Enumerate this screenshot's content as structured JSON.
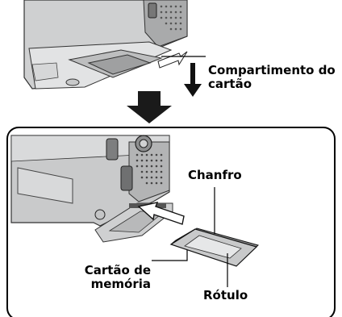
{
  "labels": {
    "card_compartment_line1": "Compartimento do",
    "card_compartment_line2": "cartão",
    "bevel": "Chanfro",
    "memory_card_line1": "Cartão de",
    "memory_card_line2": "memória",
    "label": "Rótulo"
  }
}
